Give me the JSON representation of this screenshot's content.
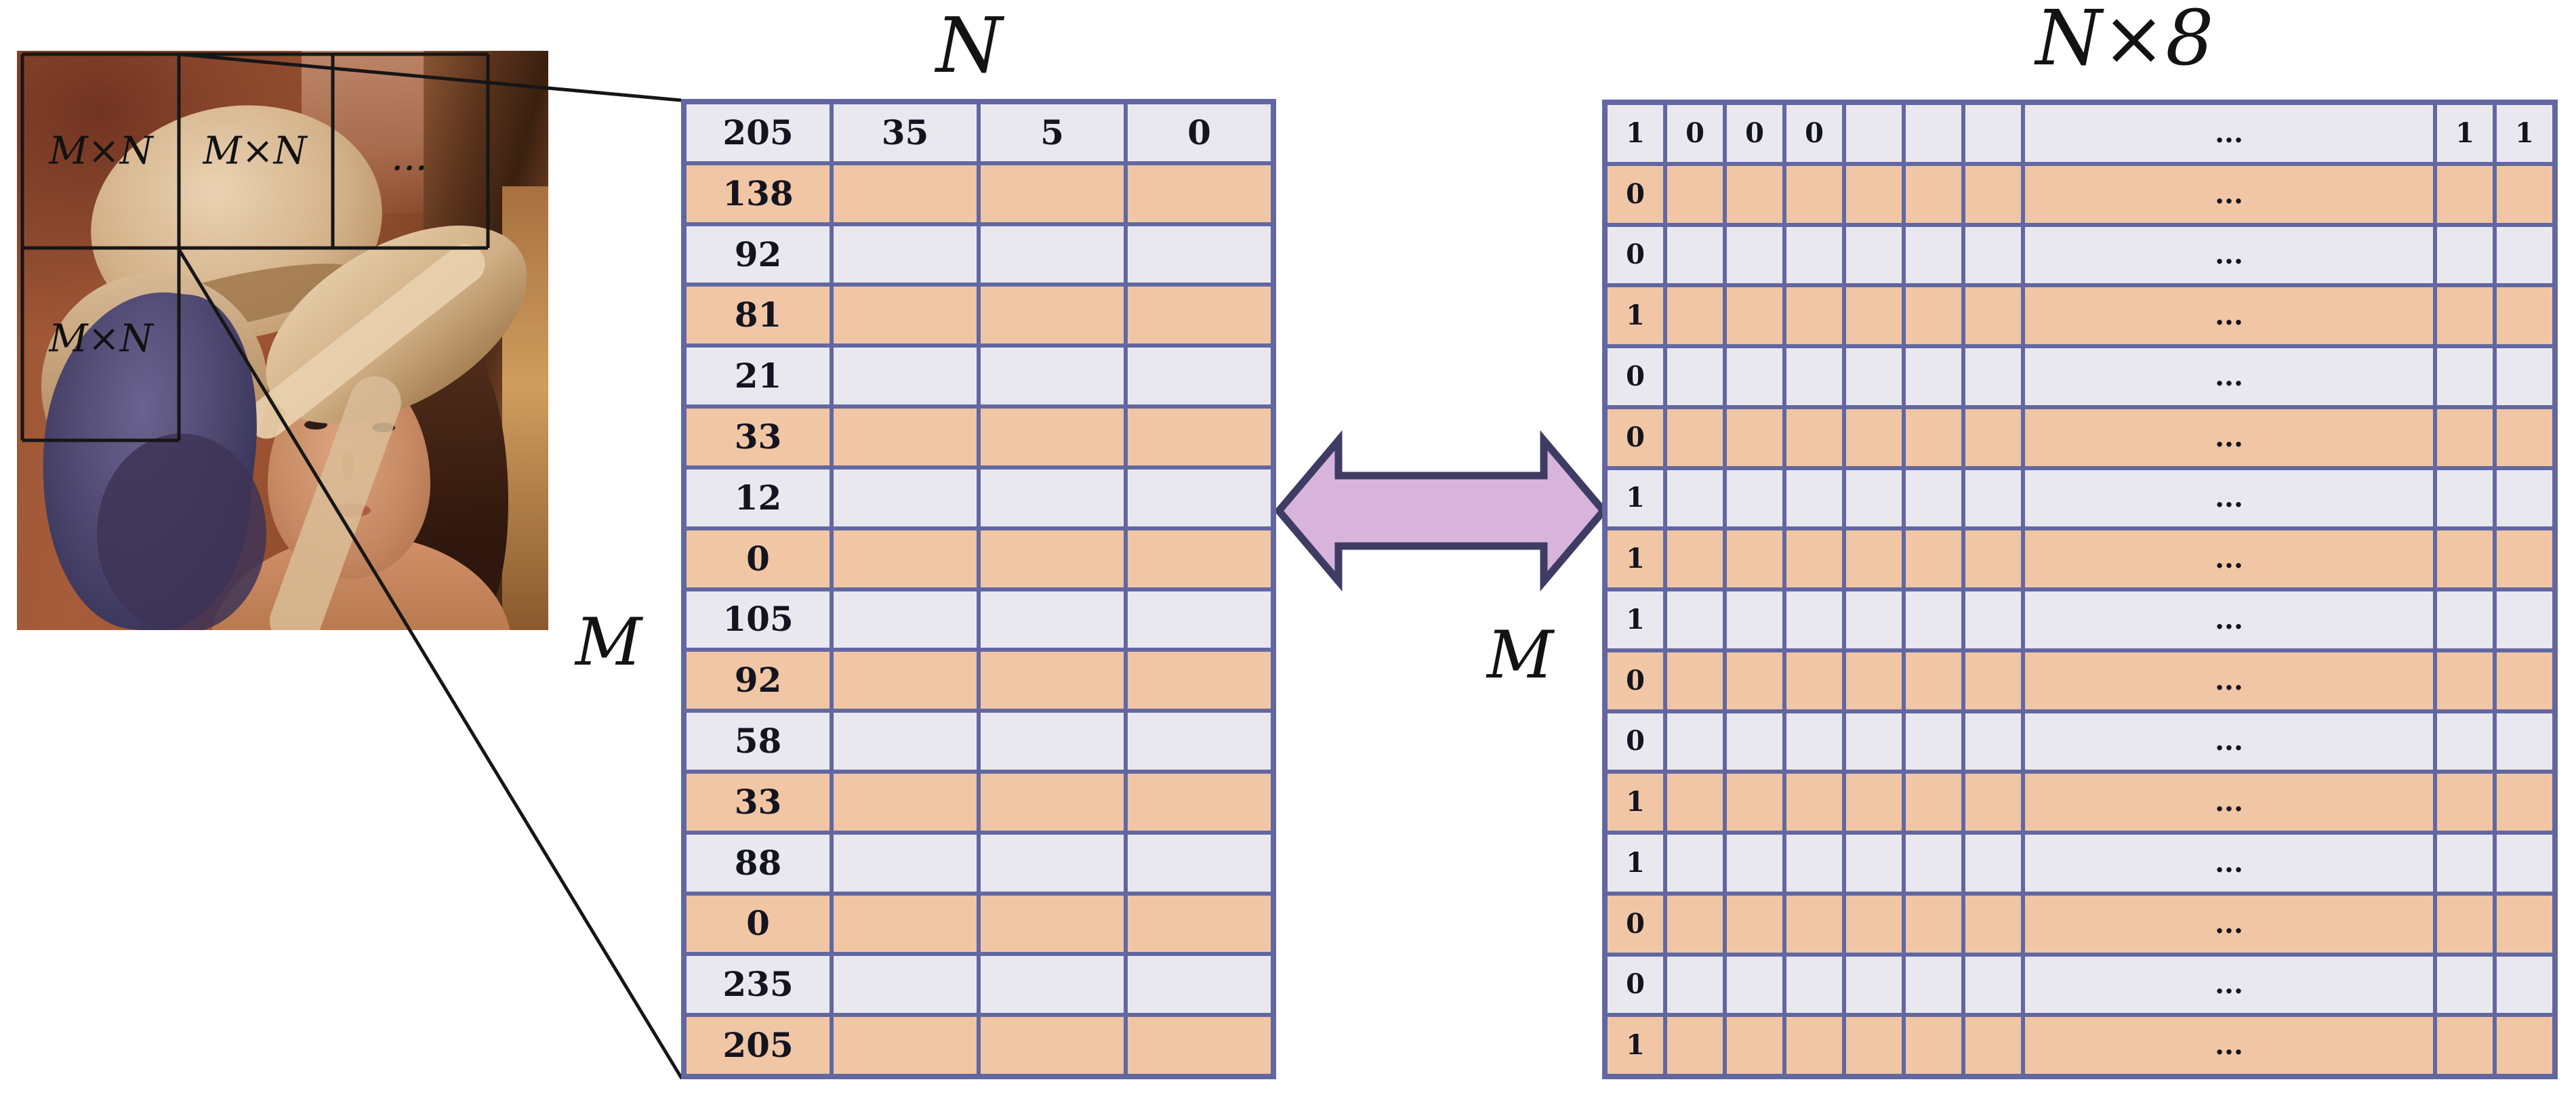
{
  "figure": {
    "source_image": {
      "block_labels": [
        "M×N",
        "M×N",
        "...",
        "M×N"
      ]
    },
    "pixel_matrix": {
      "title": "N",
      "side_label": "M",
      "rows": [
        [
          "205",
          "35",
          "5",
          "0"
        ],
        [
          "138",
          "",
          "",
          ""
        ],
        [
          "92",
          "",
          "",
          ""
        ],
        [
          "81",
          "",
          "",
          ""
        ],
        [
          "21",
          "",
          "",
          ""
        ],
        [
          "33",
          "",
          "",
          ""
        ],
        [
          "12",
          "",
          "",
          ""
        ],
        [
          "0",
          "",
          "",
          ""
        ],
        [
          "105",
          "",
          "",
          ""
        ],
        [
          "92",
          "",
          "",
          ""
        ],
        [
          "58",
          "",
          "",
          ""
        ],
        [
          "33",
          "",
          "",
          ""
        ],
        [
          "88",
          "",
          "",
          ""
        ],
        [
          "0",
          "",
          "",
          ""
        ],
        [
          "235",
          "",
          "",
          ""
        ],
        [
          "205",
          "",
          "",
          ""
        ]
      ]
    },
    "binary_matrix": {
      "title": "N×8",
      "side_label": "M",
      "rows": [
        [
          "1",
          "0",
          "0",
          "0",
          "",
          "",
          "",
          "...",
          "1",
          "1"
        ],
        [
          "0",
          "",
          "",
          "",
          "",
          "",
          "",
          "...",
          "",
          ""
        ],
        [
          "0",
          "",
          "",
          "",
          "",
          "",
          "",
          "...",
          "",
          ""
        ],
        [
          "1",
          "",
          "",
          "",
          "",
          "",
          "",
          "...",
          "",
          ""
        ],
        [
          "0",
          "",
          "",
          "",
          "",
          "",
          "",
          "...",
          "",
          ""
        ],
        [
          "0",
          "",
          "",
          "",
          "",
          "",
          "",
          "...",
          "",
          ""
        ],
        [
          "1",
          "",
          "",
          "",
          "",
          "",
          "",
          "...",
          "",
          ""
        ],
        [
          "1",
          "",
          "",
          "",
          "",
          "",
          "",
          "...",
          "",
          ""
        ],
        [
          "1",
          "",
          "",
          "",
          "",
          "",
          "",
          "...",
          "",
          ""
        ],
        [
          "0",
          "",
          "",
          "",
          "",
          "",
          "",
          "...",
          "",
          ""
        ],
        [
          "0",
          "",
          "",
          "",
          "",
          "",
          "",
          "...",
          "",
          ""
        ],
        [
          "1",
          "",
          "",
          "",
          "",
          "",
          "",
          "...",
          "",
          ""
        ],
        [
          "1",
          "",
          "",
          "",
          "",
          "",
          "",
          "...",
          "",
          ""
        ],
        [
          "0",
          "",
          "",
          "",
          "",
          "",
          "",
          "...",
          "",
          ""
        ],
        [
          "0",
          "",
          "",
          "",
          "",
          "",
          "",
          "...",
          "",
          ""
        ],
        [
          "1",
          "",
          "",
          "",
          "",
          "",
          "",
          "...",
          "",
          ""
        ]
      ]
    },
    "colors": {
      "row_light": "#e8e8ee",
      "row_peach": "#f0c6a4",
      "table_border": "#6267a2",
      "arrow_fill": "#d8b4dc",
      "arrow_stroke": "#3e3c63",
      "line_black": "#161616"
    }
  }
}
